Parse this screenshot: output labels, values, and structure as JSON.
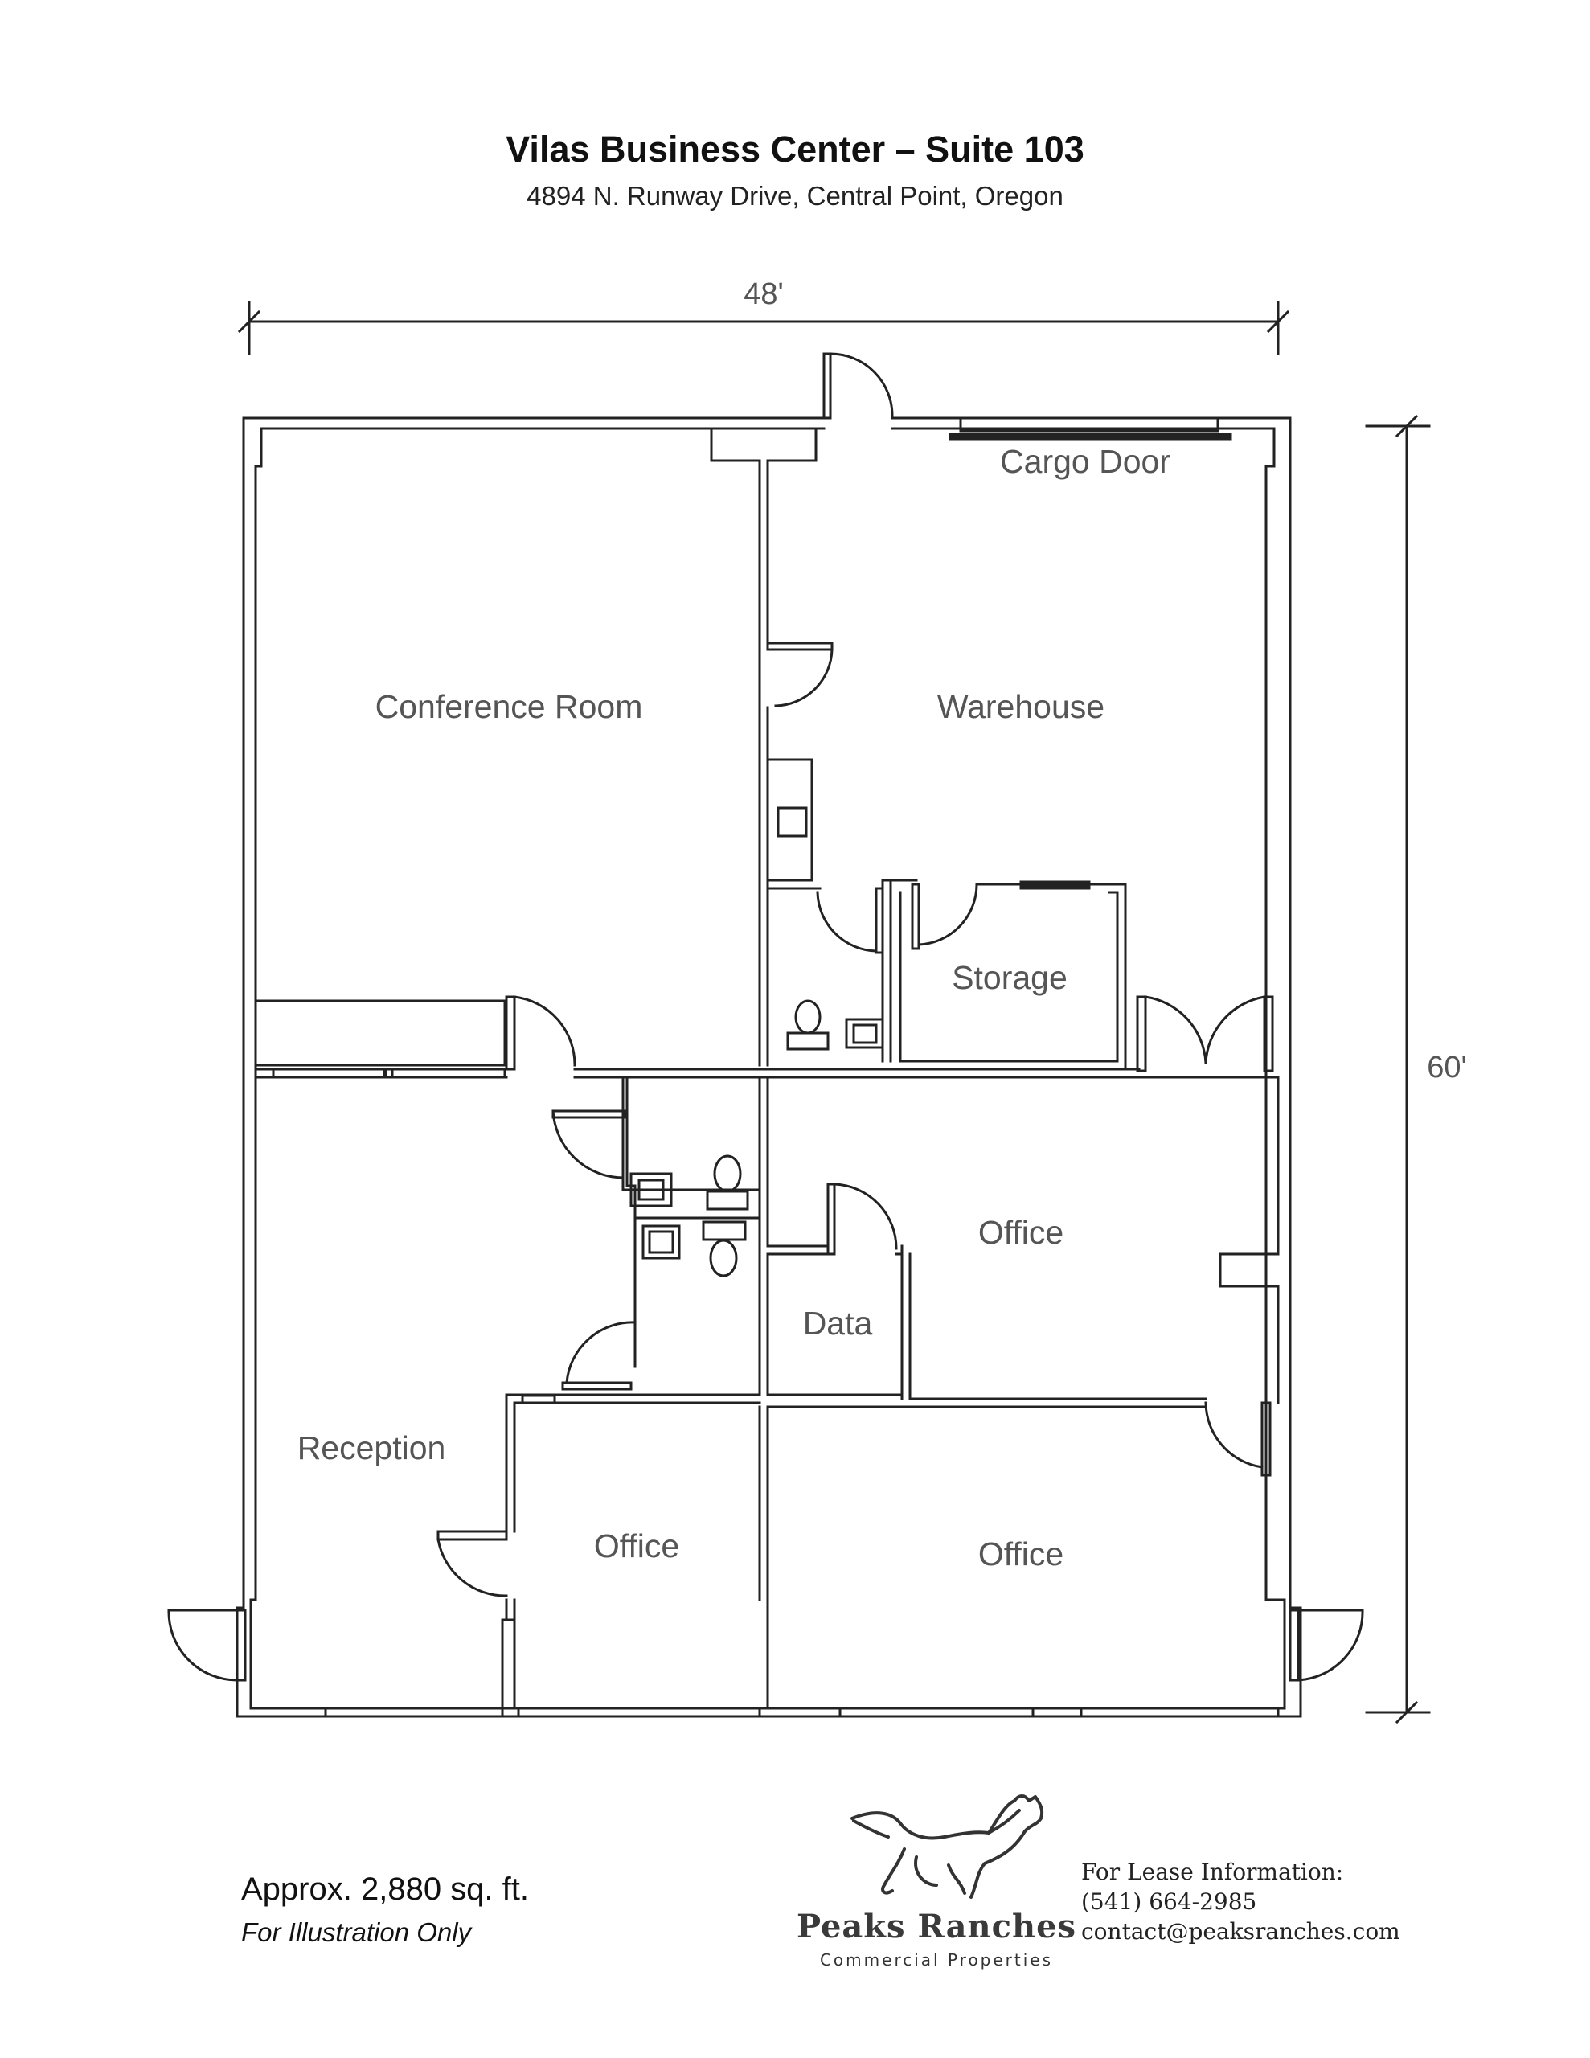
{
  "header": {
    "title": "Vilas Business Center – Suite 103",
    "address": "4894 N. Runway Drive, Central Point, Oregon"
  },
  "dimensions": {
    "width": "48'",
    "depth": "60'"
  },
  "rooms": {
    "cargo_door": "Cargo Door",
    "conference": "Conference Room",
    "warehouse": "Warehouse",
    "storage": "Storage",
    "office_east": "Office",
    "data": "Data",
    "reception": "Reception",
    "office_center": "Office",
    "office_southeast": "Office"
  },
  "footer": {
    "area": "Approx. 2,880 sq. ft.",
    "disclaimer": "For Illustration Only"
  },
  "brand": {
    "name": "Peaks Ranches",
    "tagline": "Commercial Properties"
  },
  "contact": {
    "heading": "For Lease Information:",
    "phone": "(541) 664-2985",
    "email": "contact@peaksranches.com"
  }
}
